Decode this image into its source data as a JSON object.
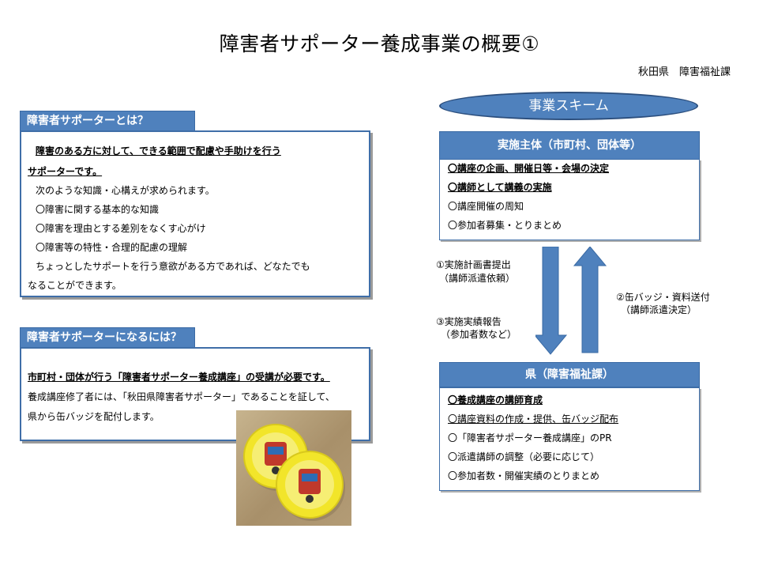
{
  "header": {
    "title": "障害者サポーター養成事業の概要①",
    "department": "秋田県　障害福祉課"
  },
  "about": {
    "tab": "障害者サポーターとは？",
    "lines": [
      "障害のある方に対して、できる範囲で配慮や手助けを行う",
      "サポーターです。",
      "次のような知識・心構えが求められます。",
      "〇障害に関する基本的な知識",
      "〇障害を理由とする差別をなくす心がけ",
      "〇障害等の特性・合理的配慮の理解",
      "ちょっとしたサポートを行う意欲がある方であれば、どなたでも",
      "なることができます。"
    ]
  },
  "become": {
    "tab": "障害者サポーターになるには？",
    "lines": [
      "市町村・団体が行う「障害者サポーター養成講座」の受講が必要です。",
      "養成講座修了者には、「秋田県障害者サポーター」であることを証して、",
      "県から缶バッジを配付します。"
    ]
  },
  "scheme": {
    "label": "事業スキーム",
    "top": {
      "header": "実施主体（市町村、団体等）",
      "items": [
        "〇講座の企画、開催日等・会場の決定",
        "〇講師として講義の実施",
        "〇講座開催の周知",
        "〇参加者募集・とりまとめ"
      ]
    },
    "bottom": {
      "header": "県（障害福祉課）",
      "items": [
        "〇養成講座の講師育成",
        "〇講座資料の作成・提供、缶バッジ配布",
        "〇「障害者サポーター養成講座」のPR",
        "〇派遣講師の調整（必要に応じて）",
        "〇参加者数・開催実績のとりまとめ"
      ]
    },
    "flows": {
      "step1": "①実施計画書提出",
      "step1_sub": "（講師派遣依頼）",
      "step2": "②缶バッジ・資料送付",
      "step2_sub": "（講師派遣決定）",
      "step3": "③実施実績報告",
      "step3_sub": "（参加者数など）"
    }
  },
  "colors": {
    "accent": "#4f81bd",
    "border": "#3f6ea8",
    "badge_yellow": "#f2e52a"
  }
}
